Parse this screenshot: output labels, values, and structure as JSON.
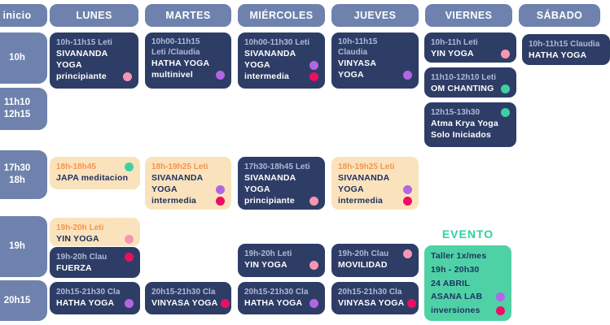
{
  "colors": {
    "slate": "#6e82ad",
    "navy": "#2e3d66",
    "cream": "#fae3bc",
    "green": "#4fd1a6",
    "time_on_navy": "#aeb9d8",
    "time_on_cream": "#f6944f",
    "text_on_cream": "#1d2f5e",
    "text_on_green": "#1d3462",
    "evento_title": "#2ed1a2",
    "dot_pink": "#f795b3",
    "dot_purple": "#b266e5",
    "dot_magenta": "#ee0d62",
    "dot_green": "#3ed0a2"
  },
  "header": {
    "time_col_label": "inicio",
    "days": [
      "LUNES",
      "MARTES",
      "MIÉRCOLES",
      "JUEVES",
      "VIERNES",
      "SÁBADO"
    ]
  },
  "time_slots": {
    "s10": "10h",
    "s11": "11h10\n12h15",
    "s17": "17h30\n18h",
    "s19": "19h",
    "s20": "20h15"
  },
  "cards": {
    "lun_10h": {
      "time": "10h-11h15 Leti",
      "l1": "SIVANANDA",
      "l2": "YOGA",
      "l3": "principiante"
    },
    "mar_10h": {
      "time": "10h00-11h15\nLeti /Claudia",
      "l1": "HATHA YOGA",
      "l2": "multinivel"
    },
    "mie_10h": {
      "time": "10h00-11h30 Leti",
      "l1": "SIVANANDA",
      "l2": "YOGA",
      "l3": "intermedia"
    },
    "jue_10h": {
      "time": "10h-11h15\nClaudia",
      "l1": "VINYASA",
      "l2": "YOGA"
    },
    "vie_10h": {
      "time": "10h-11h Leti",
      "l1": "YIN YOGA"
    },
    "sab_10h": {
      "time": "10h-11h15 Claudia",
      "l1": "HATHA YOGA"
    },
    "vie_11h": {
      "time": "11h10-12h10 Leti",
      "l1": "OM CHANTING"
    },
    "vie_12h": {
      "time": "12h15-13h30",
      "l1": "Atma Krya Yoga",
      "l2": "Solo Iniciados"
    },
    "lun_18h": {
      "time": "18h-18h45",
      "l1": "JAPA meditacion"
    },
    "mar_18h": {
      "time": "18h-19h25 Leti",
      "l1": "SIVANANDA",
      "l2": "YOGA",
      "l3": "intermedia"
    },
    "mie_17h": {
      "time": "17h30-18h45 Leti",
      "l1": "SIVANANDA",
      "l2": "YOGA",
      "l3": "principiante"
    },
    "jue_18h": {
      "time": "18h-19h25 Leti",
      "l1": "SIVANANDA",
      "l2": "YOGA",
      "l3": "intermedia"
    },
    "lun_19h_yin": {
      "time": "19h-20h Leti",
      "l1": "YIN YOGA"
    },
    "lun_19h_fuerza": {
      "time": "19h-20h Clau",
      "l1": "FUERZA"
    },
    "mie_19h": {
      "time": "19h-20h Leti",
      "l1": "YIN YOGA"
    },
    "jue_19h": {
      "time": "19h-20h Clau",
      "l1": "MOVILIDAD"
    },
    "lun_20h": {
      "time": "20h15-21h30 Cla",
      "l1": "HATHA YOGA"
    },
    "mar_20h": {
      "time": "20h15-21h30 Cla",
      "l1": "VINYASA YOGA"
    },
    "mie_20h": {
      "time": "20h15-21h30 Cla",
      "l1": "HATHA YOGA"
    },
    "jue_20h": {
      "time": "20h15-21h30 Cla",
      "l1": "VINYASA YOGA"
    }
  },
  "evento": {
    "title": "EVENTO",
    "l1": "Taller 1x/mes",
    "l2": "19h - 20h30",
    "l3": "24 ABRIL",
    "l4": "ASANA LAB",
    "l5": "inversiones"
  }
}
